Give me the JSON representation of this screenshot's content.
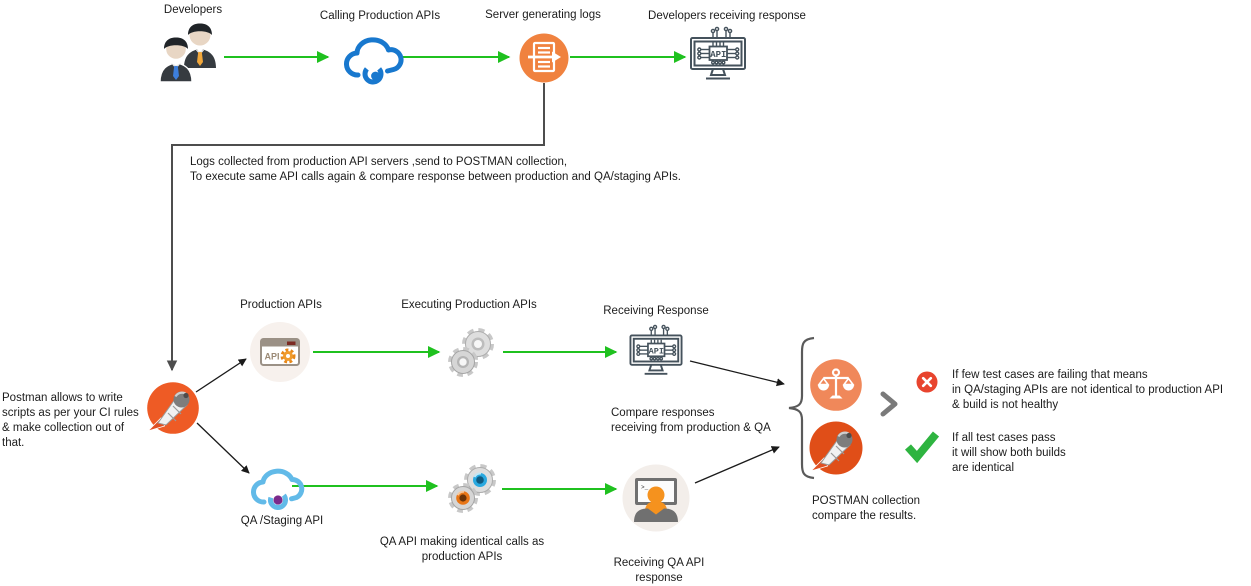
{
  "colors": {
    "green_arrow": "#1fc11f",
    "black_arrow": "#1a1a1a",
    "connector": "#4d4d4d",
    "postman_orange": "#ee5b25",
    "compare_orange": "#e04e18",
    "server_orange": "#f0823f",
    "scales_orange": "#f0885a",
    "cloud_blue": "#1878ce",
    "qa_cloud_blue": "#62bae8",
    "qa_cloud_purple": "#7b2a8b",
    "fail_red": "#e8442e",
    "pass_green": "#2eb440",
    "chevron_gray": "#7a7a7a",
    "monitor_ink": "#45525c",
    "person_orange": "#f5921e"
  },
  "labels": {
    "developers": "Developers",
    "calling_production_apis": "Calling Production APIs",
    "server_generating_logs": "Server generating logs",
    "developers_receiving_response": "Developers receiving response",
    "logs_note": "Logs collected from  production API servers ,send to POSTMAN collection,\nTo execute same API calls again & compare response between production and QA/staging APIs.",
    "postman_note": "Postman allows to write\nscripts as per your CI rules\n& make collection out of\nthat.",
    "production_apis": "Production APIs",
    "executing_production_apis": "Executing Production APIs",
    "receiving_response": "Receiving Response",
    "compare_note": "Compare responses\nreceiving from production & QA",
    "qa_staging_api": "QA /Staging API",
    "qa_making_calls": "QA API making identical calls as\nproduction APIs",
    "receiving_qa_response": "Receiving QA API\nresponse",
    "postman_collection": "POSTMAN collection\ncompare the results.",
    "fail_note": "If few test cases are failing that means\nin QA/staging APIs are not identical to production API\n& build is not healthy",
    "pass_note": "If all test cases pass\nit will show both builds\nare identical"
  },
  "icons": {
    "api_chip_text": "API",
    "browser_api_text": "API",
    "terminal_prompt": ">_"
  }
}
